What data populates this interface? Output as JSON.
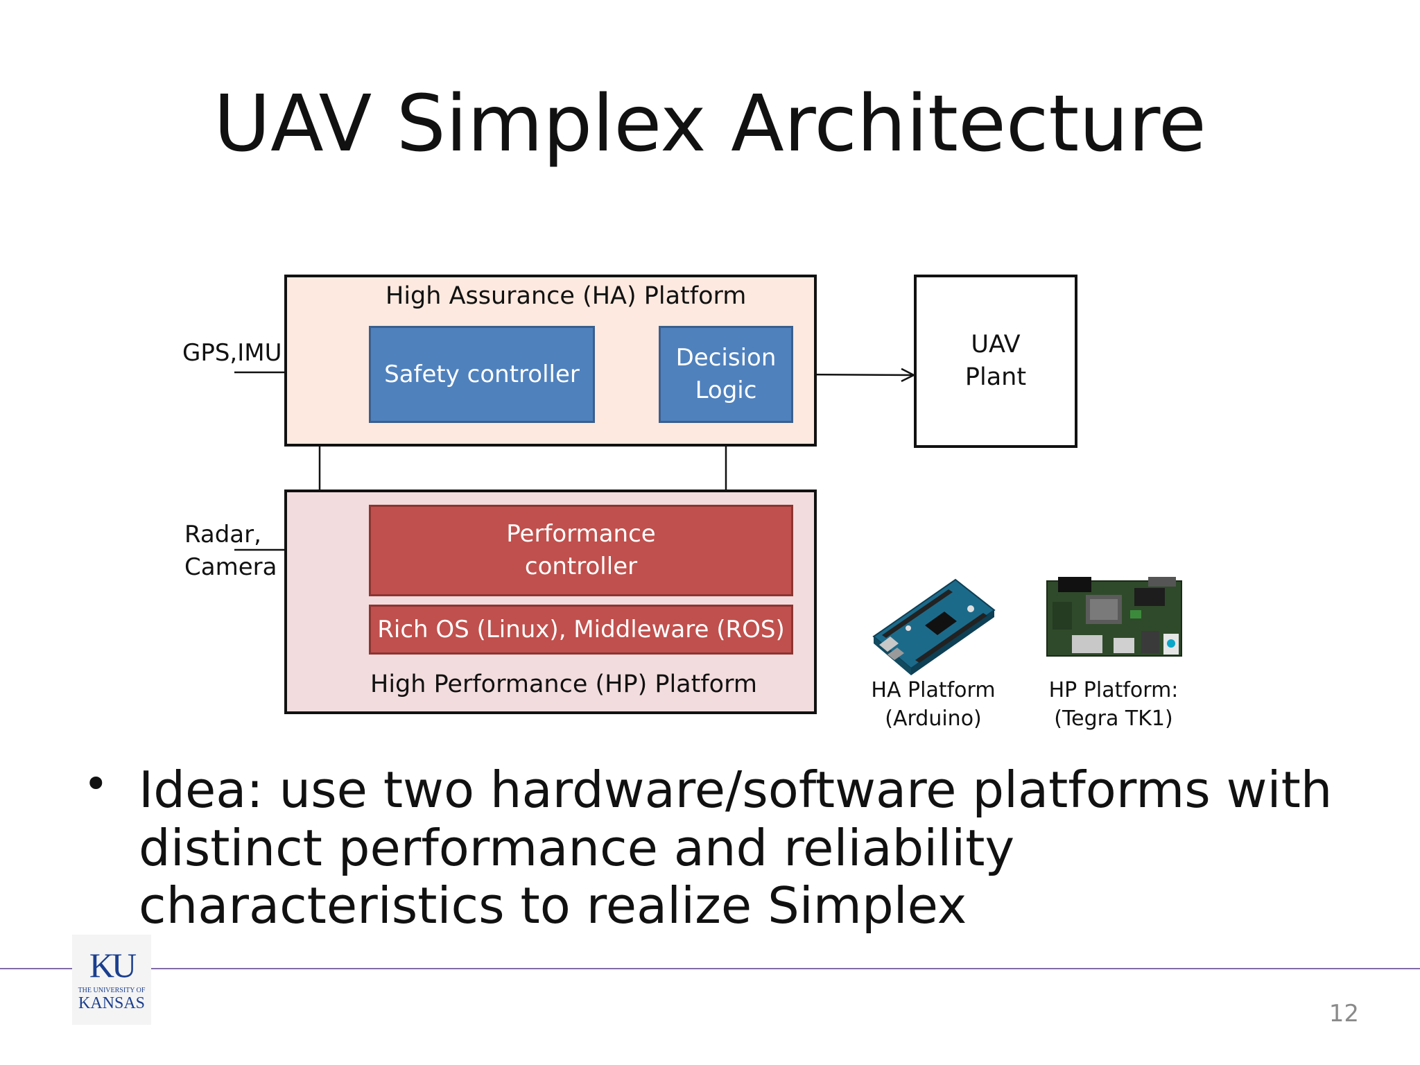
{
  "slide": {
    "title": "UAV Simplex Architecture",
    "page_number": "12"
  },
  "diagram": {
    "ha_platform": {
      "label": "High Assurance (HA) Platform",
      "fill": "#fde9df",
      "safety_controller": "Safety controller",
      "decision_logic": [
        "Decision",
        "Logic"
      ]
    },
    "hp_platform": {
      "label": "High Performance (HP) Platform",
      "fill": "#f2dcdd",
      "performance_controller": [
        "Performance",
        "controller"
      ],
      "rich_os": "Rich OS (Linux), Middleware (ROS)"
    },
    "uav_plant": [
      "UAV",
      "Plant"
    ],
    "inputs": {
      "gps_imu": "GPS,IMU",
      "radar_camera": [
        "Radar,",
        "Camera"
      ]
    },
    "boards": {
      "ha": [
        "HA Platform",
        "(Arduino)"
      ],
      "hp": [
        "HP Platform:",
        "(Tegra TK1)"
      ]
    },
    "colors": {
      "blue_block": "#4f81bd",
      "red_block": "#c0504d"
    }
  },
  "bullet": {
    "lines": [
      "Idea: use two hardware/software platforms with",
      "distinct performance and reliability",
      "characteristics to realize Simplex"
    ]
  },
  "logo": {
    "mark": "KU",
    "line1": "THE UNIVERSITY OF",
    "line2": "KANSAS"
  },
  "footer": {
    "rule_color": "#7f6aa6"
  }
}
